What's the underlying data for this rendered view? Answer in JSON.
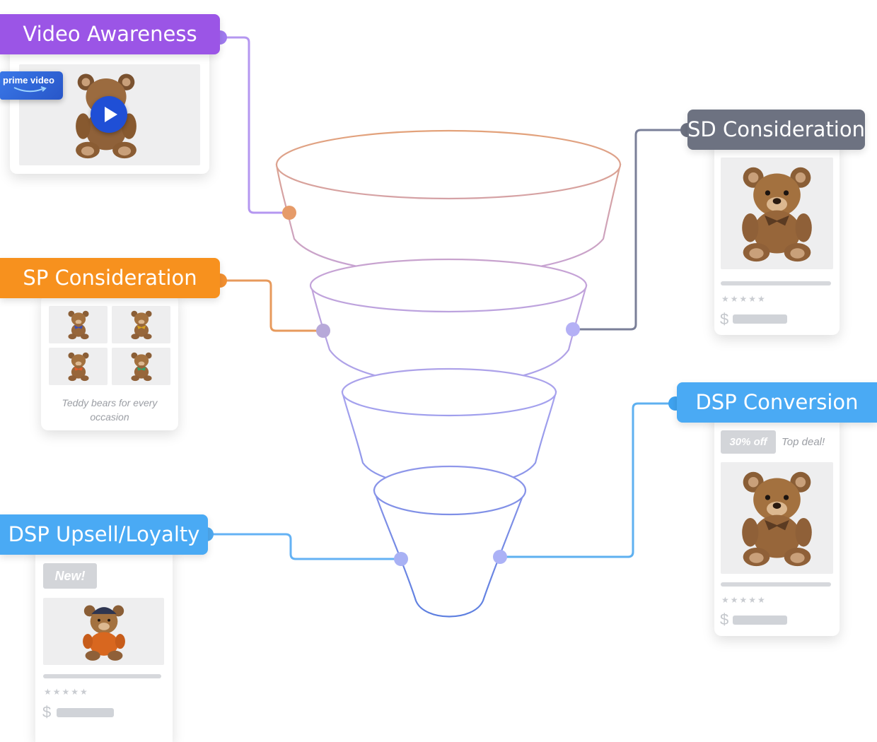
{
  "stages": {
    "video_awareness": {
      "label": "Video Awareness",
      "color": "#9b55e6"
    },
    "sd_consideration": {
      "label": "SD Consideration",
      "color": "#6d7281"
    },
    "sp_consideration": {
      "label": "SP Consideration",
      "color": "#f7911e"
    },
    "dsp_conversion": {
      "label": "DSP Conversion",
      "color": "#4aaaf4"
    },
    "dsp_upsell_loyalty": {
      "label": "DSP Upsell/Loyalty",
      "color": "#4aaaf4"
    }
  },
  "video_card": {
    "brand_line1": "prime video",
    "play_icon": "play-icon"
  },
  "sp_card": {
    "caption_line1": "Teddy bears for every",
    "caption_line2": "occasion"
  },
  "sd_card": {
    "stars": "★★★★★",
    "currency": "$"
  },
  "conversion_card": {
    "discount_badge": "30% off",
    "deal_text": "Top deal!",
    "stars": "★★★★★",
    "currency": "$"
  },
  "loyalty_card": {
    "new_badge": "New!",
    "stars": "★★★★★",
    "currency": "$"
  },
  "bear_scarf_colors": [
    "#3d4db3",
    "#d8a21d",
    "#e05a2a",
    "#2fa36a"
  ],
  "loyalty_bear": {
    "hat_color": "#2e3550",
    "shirt_color": "#d8671f"
  }
}
